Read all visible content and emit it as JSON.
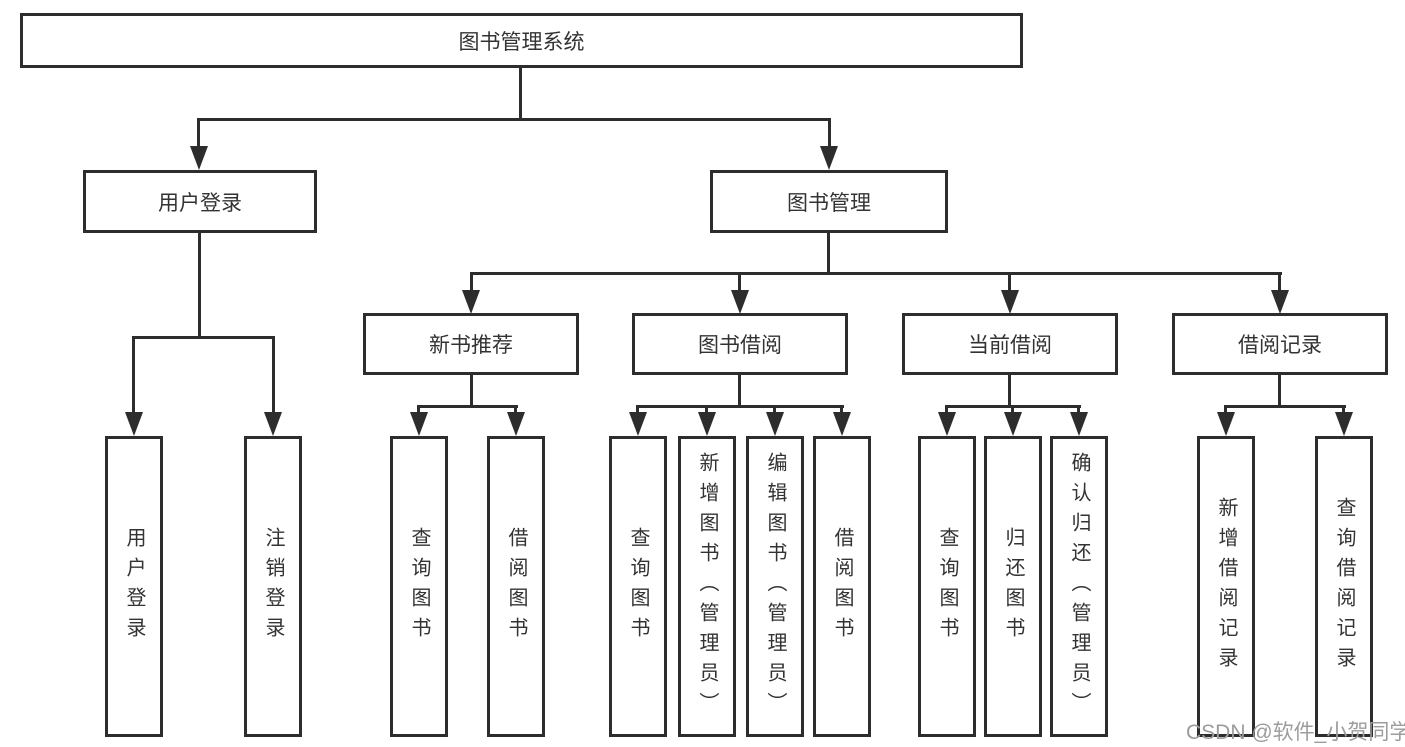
{
  "colors": {
    "line": "#2d2d2d",
    "box_border": "#2d2d2d",
    "box_background": "#ffffff",
    "text": "#333333",
    "watermark": "#9c9c9c"
  },
  "tree": {
    "root": {
      "label": "图书管理系统"
    },
    "level2": [
      {
        "label": "用户登录"
      },
      {
        "label": "图书管理"
      }
    ],
    "level3": [
      {
        "label": "新书推荐"
      },
      {
        "label": "图书借阅"
      },
      {
        "label": "当前借阅"
      },
      {
        "label": "借阅记录"
      }
    ],
    "leaves": {
      "user_login": [
        "用户登录",
        "注销登录"
      ],
      "new_book_recommend": [
        "查询图书",
        "借阅图书"
      ],
      "book_borrowing": [
        "查询图书",
        "新增图书（管理员）",
        "编辑图书（管理员）",
        "借阅图书"
      ],
      "current_borrowing": [
        "查询图书",
        "归还图书",
        "确认归还（管理员）"
      ],
      "borrowing_records": [
        "新增借阅记录",
        "查询借阅记录"
      ]
    }
  },
  "watermark": {
    "text": "CSDN @软件_小贺同学"
  }
}
